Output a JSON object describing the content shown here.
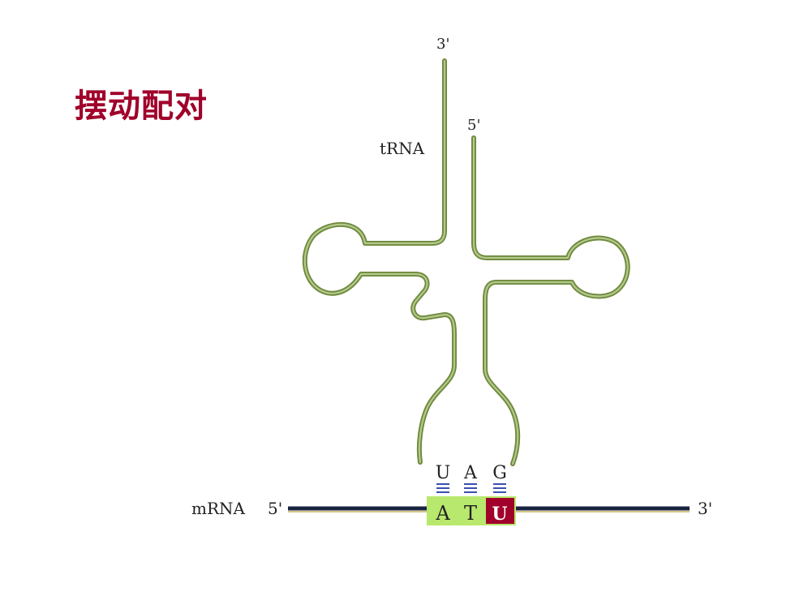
{
  "title": "摆动配对",
  "trna": {
    "label": "tRNA",
    "three_prime": "3'",
    "five_prime": "5'",
    "anticodon": [
      "U",
      "A",
      "G"
    ]
  },
  "mrna": {
    "label": "mRNA",
    "five_prime": "5'",
    "three_prime": "3'",
    "codon": [
      "A",
      "T",
      "U"
    ],
    "wobble_base": "U"
  },
  "colors": {
    "title": "#a0002a",
    "trna_strand": "#8aa25a",
    "mrna_strand": "#1a2440",
    "pairing_bonds": "#3a4fb0",
    "codon_box": "#b9e86e",
    "wobble_box": "#a0002a"
  }
}
